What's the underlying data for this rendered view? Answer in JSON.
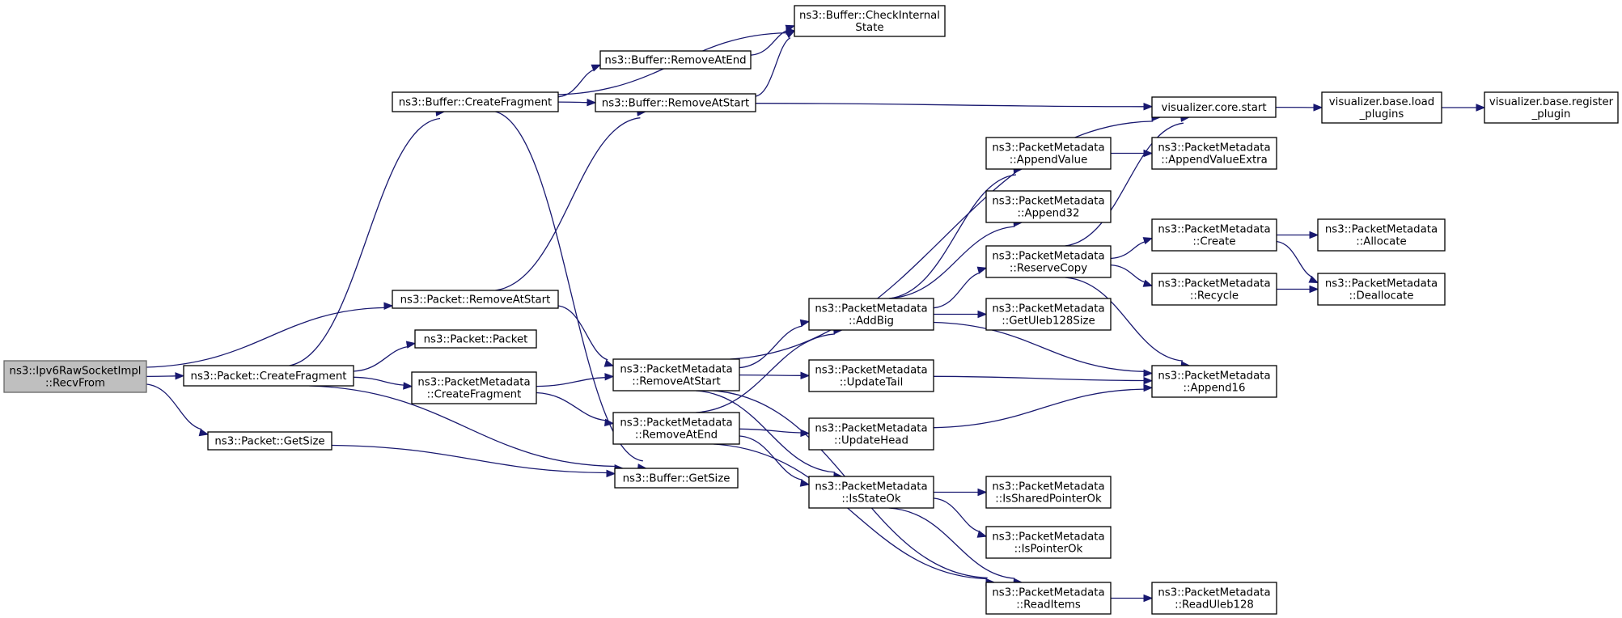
{
  "diagram": {
    "nodes": [
      {
        "id": "n_recvfrom",
        "lines": [
          "ns3::Ipv6RawSocketImpl",
          "::RecvFrom"
        ],
        "root": true
      },
      {
        "id": "n_pkt_createfrag",
        "lines": [
          "ns3::Packet::CreateFragment"
        ]
      },
      {
        "id": "n_pkt_getsize",
        "lines": [
          "ns3::Packet::GetSize"
        ]
      },
      {
        "id": "n_pkt_removeatstart",
        "lines": [
          "ns3::Packet::RemoveAtStart"
        ]
      },
      {
        "id": "n_pkt_packet",
        "lines": [
          "ns3::Packet::Packet"
        ]
      },
      {
        "id": "n_pm_createfrag",
        "lines": [
          "ns3::PacketMetadata",
          "::CreateFragment"
        ]
      },
      {
        "id": "n_buf_createfrag",
        "lines": [
          "ns3::Buffer::CreateFragment"
        ]
      },
      {
        "id": "n_buf_checkinternal",
        "lines": [
          "ns3::Buffer::CheckInternal",
          "State"
        ]
      },
      {
        "id": "n_buf_removeatend",
        "lines": [
          "ns3::Buffer::RemoveAtEnd"
        ]
      },
      {
        "id": "n_buf_removeatstart",
        "lines": [
          "ns3::Buffer::RemoveAtStart"
        ]
      },
      {
        "id": "n_buf_getsize",
        "lines": [
          "ns3::Buffer::GetSize"
        ]
      },
      {
        "id": "n_pm_removeatstart",
        "lines": [
          "ns3::PacketMetadata",
          "::RemoveAtStart"
        ]
      },
      {
        "id": "n_pm_removeatend",
        "lines": [
          "ns3::PacketMetadata",
          "::RemoveAtEnd"
        ]
      },
      {
        "id": "n_pm_addbig",
        "lines": [
          "ns3::PacketMetadata",
          "::AddBig"
        ]
      },
      {
        "id": "n_pm_updatetail",
        "lines": [
          "ns3::PacketMetadata",
          "::UpdateTail"
        ]
      },
      {
        "id": "n_pm_updatehead",
        "lines": [
          "ns3::PacketMetadata",
          "::UpdateHead"
        ]
      },
      {
        "id": "n_pm_isstateok",
        "lines": [
          "ns3::PacketMetadata",
          "::IsStateOk"
        ]
      },
      {
        "id": "n_pm_appendvalue",
        "lines": [
          "ns3::PacketMetadata",
          "::AppendValue"
        ]
      },
      {
        "id": "n_pm_append32",
        "lines": [
          "ns3::PacketMetadata",
          "::Append32"
        ]
      },
      {
        "id": "n_pm_reservecopy",
        "lines": [
          "ns3::PacketMetadata",
          "::ReserveCopy"
        ]
      },
      {
        "id": "n_pm_getuleb128size",
        "lines": [
          "ns3::PacketMetadata",
          "::GetUleb128Size"
        ]
      },
      {
        "id": "n_pm_issharedpointerok",
        "lines": [
          "ns3::PacketMetadata",
          "::IsSharedPointerOk"
        ]
      },
      {
        "id": "n_pm_ispointerok",
        "lines": [
          "ns3::PacketMetadata",
          "::IsPointerOk"
        ]
      },
      {
        "id": "n_pm_readitems",
        "lines": [
          "ns3::PacketMetadata",
          "::ReadItems"
        ]
      },
      {
        "id": "n_viz_core_start",
        "lines": [
          "visualizer.core.start"
        ]
      },
      {
        "id": "n_pm_appendvalueextra",
        "lines": [
          "ns3::PacketMetadata",
          "::AppendValueExtra"
        ]
      },
      {
        "id": "n_pm_create",
        "lines": [
          "ns3::PacketMetadata",
          "::Create"
        ]
      },
      {
        "id": "n_pm_recycle",
        "lines": [
          "ns3::PacketMetadata",
          "::Recycle"
        ]
      },
      {
        "id": "n_pm_append16",
        "lines": [
          "ns3::PacketMetadata",
          "::Append16"
        ]
      },
      {
        "id": "n_pm_readuleb128",
        "lines": [
          "ns3::PacketMetadata",
          "::ReadUleb128"
        ]
      },
      {
        "id": "n_viz_load_plugins",
        "lines": [
          "visualizer.base.load",
          "_plugins"
        ]
      },
      {
        "id": "n_viz_register_plugin",
        "lines": [
          "visualizer.base.register",
          "_plugin"
        ]
      },
      {
        "id": "n_pm_allocate",
        "lines": [
          "ns3::PacketMetadata",
          "::Allocate"
        ]
      },
      {
        "id": "n_pm_deallocate",
        "lines": [
          "ns3::PacketMetadata",
          "::Deallocate"
        ]
      }
    ],
    "edges": [
      {
        "from": "n_recvfrom",
        "to": "n_pkt_createfrag"
      },
      {
        "from": "n_recvfrom",
        "to": "n_pkt_removeatstart"
      },
      {
        "from": "n_recvfrom",
        "to": "n_pkt_getsize"
      },
      {
        "from": "n_pkt_createfrag",
        "to": "n_buf_createfrag"
      },
      {
        "from": "n_pkt_createfrag",
        "to": "n_pkt_packet"
      },
      {
        "from": "n_pkt_createfrag",
        "to": "n_pm_createfrag"
      },
      {
        "from": "n_pkt_createfrag",
        "to": "n_buf_getsize"
      },
      {
        "from": "n_pkt_getsize",
        "to": "n_buf_getsize"
      },
      {
        "from": "n_pkt_removeatstart",
        "to": "n_buf_removeatstart"
      },
      {
        "from": "n_pkt_removeatstart",
        "to": "n_pm_removeatstart"
      },
      {
        "from": "n_buf_createfrag",
        "to": "n_buf_checkinternal"
      },
      {
        "from": "n_buf_createfrag",
        "to": "n_buf_removeatend"
      },
      {
        "from": "n_buf_createfrag",
        "to": "n_buf_removeatstart"
      },
      {
        "from": "n_buf_createfrag",
        "to": "n_buf_getsize"
      },
      {
        "from": "n_buf_removeatend",
        "to": "n_buf_checkinternal"
      },
      {
        "from": "n_buf_removeatstart",
        "to": "n_buf_checkinternal"
      },
      {
        "from": "n_buf_removeatstart",
        "to": "n_viz_core_start"
      },
      {
        "from": "n_pm_createfrag",
        "to": "n_pm_removeatstart"
      },
      {
        "from": "n_pm_createfrag",
        "to": "n_pm_removeatend"
      },
      {
        "from": "n_pm_removeatstart",
        "to": "n_viz_core_start"
      },
      {
        "from": "n_pm_removeatstart",
        "to": "n_pm_addbig"
      },
      {
        "from": "n_pm_removeatstart",
        "to": "n_pm_updatetail"
      },
      {
        "from": "n_pm_removeatstart",
        "to": "n_pm_isstateok"
      },
      {
        "from": "n_pm_removeatstart",
        "to": "n_pm_readitems"
      },
      {
        "from": "n_pm_removeatend",
        "to": "n_pm_addbig"
      },
      {
        "from": "n_pm_removeatend",
        "to": "n_pm_updatehead"
      },
      {
        "from": "n_pm_removeatend",
        "to": "n_pm_isstateok"
      },
      {
        "from": "n_pm_removeatend",
        "to": "n_pm_readitems"
      },
      {
        "from": "n_pm_addbig",
        "to": "n_pm_appendvalue"
      },
      {
        "from": "n_pm_addbig",
        "to": "n_pm_append32"
      },
      {
        "from": "n_pm_addbig",
        "to": "n_pm_reservecopy"
      },
      {
        "from": "n_pm_addbig",
        "to": "n_pm_getuleb128size"
      },
      {
        "from": "n_pm_addbig",
        "to": "n_pm_append16"
      },
      {
        "from": "n_pm_updatetail",
        "to": "n_pm_append16"
      },
      {
        "from": "n_pm_updatehead",
        "to": "n_pm_append16"
      },
      {
        "from": "n_pm_isstateok",
        "to": "n_pm_issharedpointerok"
      },
      {
        "from": "n_pm_isstateok",
        "to": "n_pm_ispointerok"
      },
      {
        "from": "n_pm_isstateok",
        "to": "n_pm_readitems"
      },
      {
        "from": "n_pm_appendvalue",
        "to": "n_pm_appendvalueextra"
      },
      {
        "from": "n_pm_reservecopy",
        "to": "n_viz_core_start"
      },
      {
        "from": "n_pm_reservecopy",
        "to": "n_pm_create"
      },
      {
        "from": "n_pm_reservecopy",
        "to": "n_pm_recycle"
      },
      {
        "from": "n_pm_reservecopy",
        "to": "n_pm_append16"
      },
      {
        "from": "n_pm_readitems",
        "to": "n_pm_readuleb128"
      },
      {
        "from": "n_viz_core_start",
        "to": "n_viz_load_plugins"
      },
      {
        "from": "n_viz_load_plugins",
        "to": "n_viz_register_plugin"
      },
      {
        "from": "n_pm_create",
        "to": "n_pm_allocate"
      },
      {
        "from": "n_pm_create",
        "to": "n_pm_deallocate"
      },
      {
        "from": "n_pm_recycle",
        "to": "n_pm_deallocate"
      }
    ]
  }
}
